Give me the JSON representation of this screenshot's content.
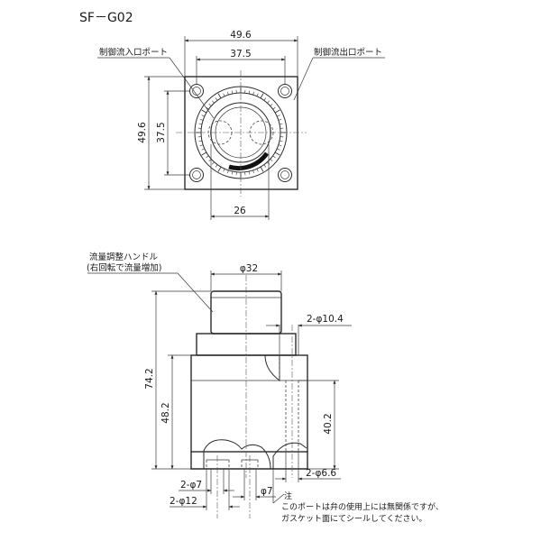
{
  "title": "SF－G02",
  "top_view": {
    "dim_width_outer": "49.6",
    "dim_width_inner": "37.5",
    "dim_height_outer": "49.6",
    "dim_height_inner": "37.5",
    "dim_bottom": "26",
    "label_inlet": "制御流入口ポート",
    "label_outlet": "制御流出口ポート"
  },
  "side_view": {
    "handle_label_line1": "流量調整ハンドル",
    "handle_label_line2": "(右回転で流量増加)",
    "dim_handle_dia": "φ32",
    "dim_total_height": "74.2",
    "dim_body_height": "48.2",
    "dim_port_height": "40.2",
    "dim_top_bore": "2-φ10.4",
    "dim_bottom_bore": "2-φ6.6",
    "dim_port_7": "2-φ7",
    "dim_port_12": "2-φ12",
    "dim_phi7": "φ7"
  },
  "note": {
    "heading": "注",
    "line1": "このポートは弁の使用上には無関係ですが、",
    "line2": "ガスケット面にてシールしてください。"
  }
}
